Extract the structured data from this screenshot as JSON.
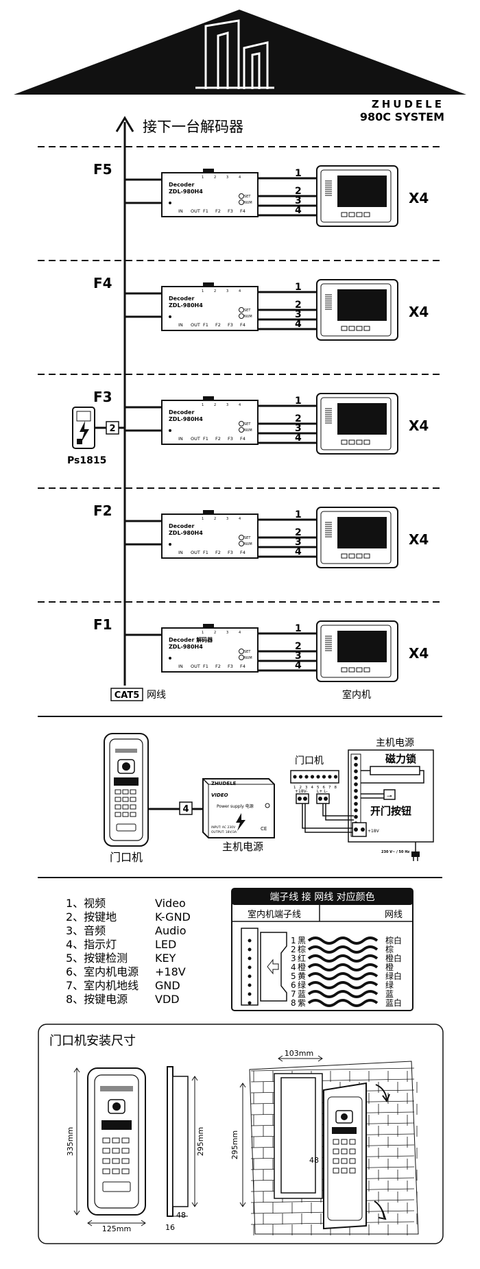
{
  "brand": {
    "name": "ZHUDELE",
    "system": "980C SYSTEM"
  },
  "next_decoder_label": "接下一台解码器",
  "floors": [
    {
      "label": "F5",
      "decoder_title": "Decoder",
      "decoder_model": "ZDL-980H4"
    },
    {
      "label": "F4",
      "decoder_title": "Decoder",
      "decoder_model": "ZDL-980H4"
    },
    {
      "label": "F3",
      "decoder_title": "Decoder",
      "decoder_model": "ZDL-980H4"
    },
    {
      "label": "F2",
      "decoder_title": "Decoder",
      "decoder_model": "ZDL-980H4"
    },
    {
      "label": "F1",
      "decoder_title": "Decoder 解码器",
      "decoder_model": "ZDL-980H4"
    }
  ],
  "decoder_ports": [
    "IN",
    "OUT",
    "F1",
    "F2",
    "F3",
    "F4"
  ],
  "decoder_buttons": [
    "SET",
    "NUM"
  ],
  "decoder_top_labels": [
    "1",
    "2",
    "3",
    "4"
  ],
  "line_numbers": [
    "1",
    "2",
    "3",
    "4"
  ],
  "monitor_multiplier": "X4",
  "power_supply_small": {
    "model": "Ps1815",
    "wire_count": "2"
  },
  "cable": {
    "type": "CAT5",
    "name": "网线"
  },
  "indoor_unit_label": "室内机",
  "door_unit_label": "门口机",
  "main_power_label": "主机电源",
  "main_power_wire_count": "4",
  "psu_box": {
    "brand": "ZHUDELE",
    "title": "Power supply 电源",
    "input": "INPUT: AC 230V",
    "output": "OUTPUT: 18V/3A"
  },
  "wiring": {
    "title": "主机电源",
    "door_unit": "门口机",
    "terminal_numbers": [
      "1",
      "2",
      "3",
      "4",
      "5",
      "6",
      "7",
      "8"
    ],
    "left_terminal": "+18V-",
    "right_terminal": "L+ L-",
    "lock": "磁力锁",
    "button": "开门按钮",
    "mains": "230 V~ / 50 Hz",
    "plus18": "+18V"
  },
  "legend": [
    {
      "cn": "1、视频",
      "en": "Video"
    },
    {
      "cn": "2、按键地",
      "en": "K-GND"
    },
    {
      "cn": "3、音频",
      "en": "Audio"
    },
    {
      "cn": "4、指示灯",
      "en": "LED"
    },
    {
      "cn": "5、按键检测",
      "en": "KEY"
    },
    {
      "cn": "6、室内机电源",
      "en": "+18V"
    },
    {
      "cn": "7、室内机地线",
      "en": "GND"
    },
    {
      "cn": "8、按键电源",
      "en": "VDD"
    }
  ],
  "color_table": {
    "title": "端子线 接 网线 对应颜色",
    "col_left": "室内机端子线",
    "col_right": "网线",
    "rows": [
      {
        "n": "1",
        "left": "黑",
        "right": "棕白"
      },
      {
        "n": "2",
        "left": "棕",
        "right": "棕"
      },
      {
        "n": "3",
        "left": "红",
        "right": "橙白"
      },
      {
        "n": "4",
        "left": "橙",
        "right": "橙"
      },
      {
        "n": "5",
        "left": "黄",
        "right": "绿白"
      },
      {
        "n": "6",
        "left": "绿",
        "right": "绿"
      },
      {
        "n": "7",
        "left": "蓝",
        "right": "蓝"
      },
      {
        "n": "8",
        "left": "紫",
        "right": "蓝白"
      }
    ]
  },
  "install": {
    "title": "门口机安装尺寸",
    "height": "335mm",
    "width": "125mm",
    "inner_height": "295mm",
    "depth_total": "48",
    "depth_panel": "16",
    "wall_width": "103mm",
    "wall_height": "295mm",
    "box_depth": "48"
  }
}
